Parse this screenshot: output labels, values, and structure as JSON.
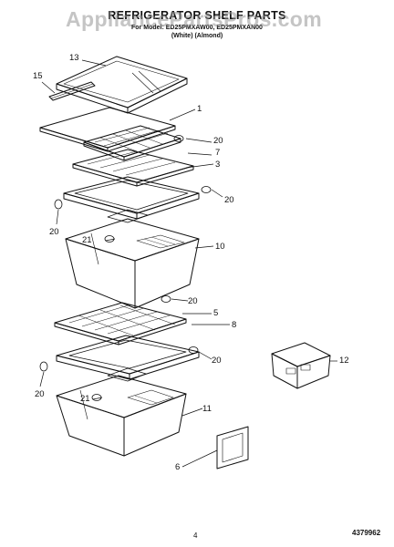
{
  "header": {
    "title": "REFRIGERATOR SHELF PARTS",
    "subtitle_line1": "For Model: ED25PMXAW00, ED25PMXAN00",
    "subtitle_line2": "(White)  (Almond)"
  },
  "watermark": "AppliancePartsPros.com",
  "part_labels": [
    "13",
    "15",
    "1",
    "20",
    "7",
    "3",
    "20",
    "20",
    "21",
    "10",
    "20",
    "5",
    "8",
    "20",
    "12",
    "20",
    "21",
    "11",
    "6"
  ],
  "footer": {
    "page_number": "4",
    "document_number": "4379962"
  }
}
